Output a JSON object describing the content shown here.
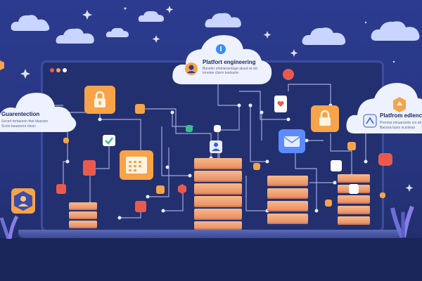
{
  "cards": {
    "center": {
      "title": "Platfort engineering",
      "line1": "Bunsfer orbinierarduge alued at sid",
      "line2": "Innelee cfarm tealnurte"
    },
    "left": {
      "title": "Guarentection",
      "line1": "Secert tertaenon thet bkaraon",
      "line2": "Scsto bauerernt ntcen"
    },
    "right": {
      "title": "Platfrom edlencer",
      "line1": "Prerose elnuaruorte crs atr",
      "line2": "Bacosa tuars scsoleas"
    }
  },
  "colors": {
    "background": "#2c3b8f",
    "screen": "#23306f",
    "wire": "#c8d2ff",
    "server": "#f0a173",
    "accent_orange": "#f7a34a",
    "accent_blue": "#5d8bff",
    "accent_red": "#ea5a4c",
    "accent_green": "#3bbf8a"
  },
  "icons": {
    "lock": "lock-icon",
    "shield": "shield-icon",
    "user": "user-icon",
    "envelope": "envelope-icon",
    "check": "check-icon",
    "calendar": "calendar-icon",
    "gear": "gear-icon",
    "hexagon": "hexagon-icon",
    "sparkle": "sparkle-icon"
  }
}
